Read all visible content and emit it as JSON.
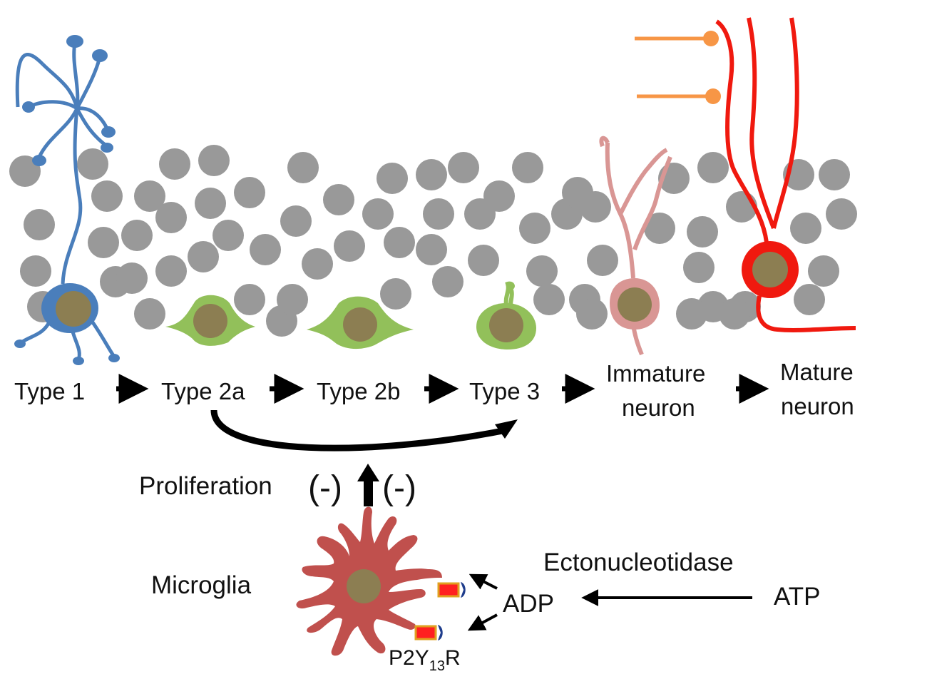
{
  "stages": [
    {
      "label": "Type 1"
    },
    {
      "label": "Type 2a"
    },
    {
      "label": "Type 2b"
    },
    {
      "label": "Type 3"
    },
    {
      "label_lines": [
        "Immature",
        "neuron"
      ]
    },
    {
      "label_lines": [
        "Mature",
        "neuron"
      ]
    }
  ],
  "regulation": {
    "proliferation_label": "Proliferation",
    "inhibit_left": "(-)",
    "inhibit_right": "(-)"
  },
  "microglia": {
    "label": "Microglia",
    "receptor_label": "P2Y",
    "receptor_subscript": "13",
    "receptor_suffix": "R"
  },
  "pathway": {
    "adp_label": "ADP",
    "atp_label": "ATP",
    "enzyme_label": "Ectonucleotidase"
  },
  "colors": {
    "granule": "#999999",
    "type1": "#4A7EBB",
    "type2": "#92C05A",
    "immature_neuron": "#D99694",
    "mature_neuron": "#F0190F",
    "nucleus": "#8C7E52",
    "microglia": "#C0504D",
    "receptor": "#FF2020",
    "receptor_border": "#E0A020",
    "receptor_cap": "#1F3D8C",
    "axon": "#F79646",
    "arrow": "#000000"
  }
}
